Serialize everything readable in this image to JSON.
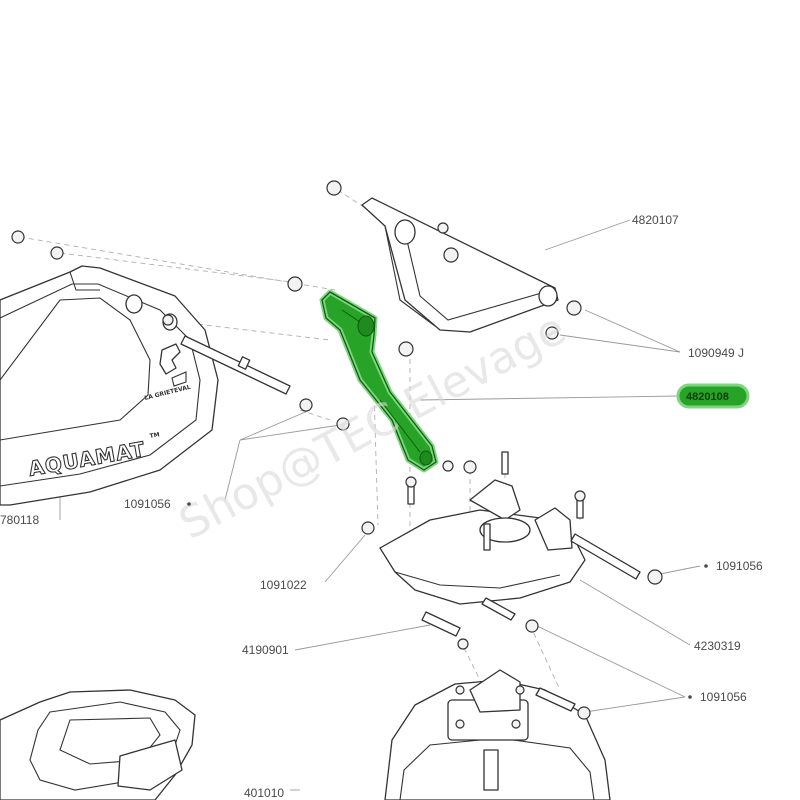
{
  "watermark": "Shop@TEC Elevage",
  "brand": {
    "name": "AQUAMAT",
    "trademark": "TM",
    "logo_text": "LA GRIETEVAL"
  },
  "highlight_color": "#27a327",
  "labels": {
    "p4820107": "4820107",
    "p1090949": "1090949  J",
    "p4820108": "4820108",
    "p1091056_a": "1091056",
    "p780118": "780118",
    "p1091022": "1091022",
    "p1091056_b": "1091056",
    "p4190901": "4190901",
    "p4230319": "4230319",
    "p1091056_c": "1091056",
    "p401010": "401010"
  }
}
